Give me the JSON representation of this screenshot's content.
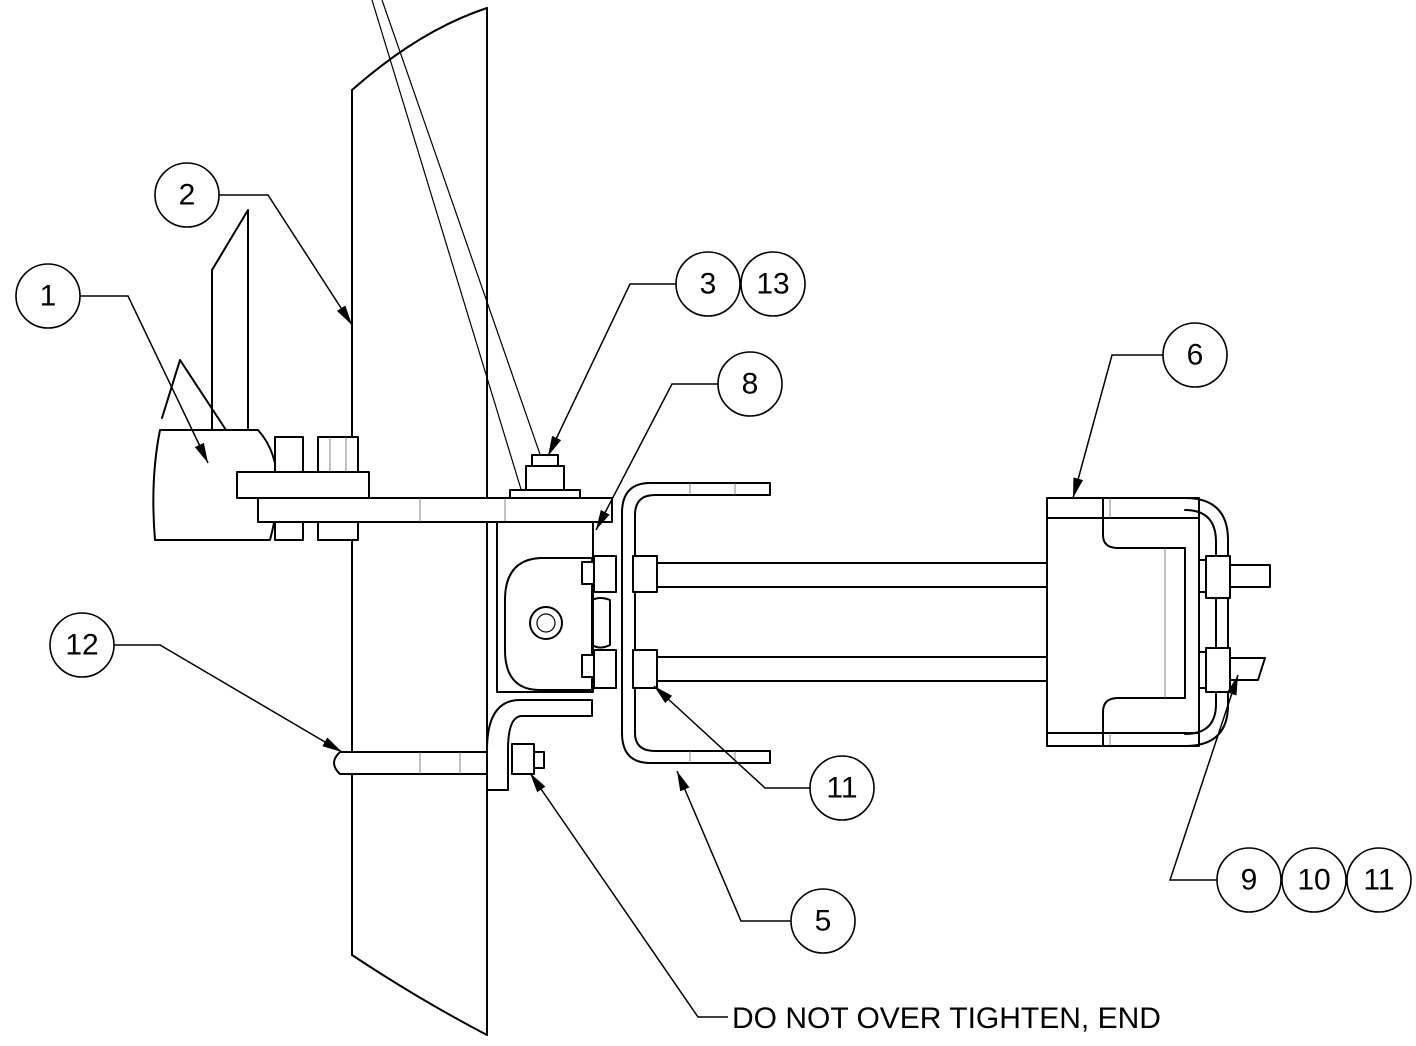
{
  "balloons": {
    "b1": "1",
    "b2": "2",
    "b3": "3",
    "b13": "13",
    "b8": "8",
    "b6": "6",
    "b12": "12",
    "b11a": "11",
    "b5": "5",
    "b9": "9",
    "b10": "10",
    "b11b": "11"
  },
  "note": "DO NOT OVER TIGHTEN, END"
}
